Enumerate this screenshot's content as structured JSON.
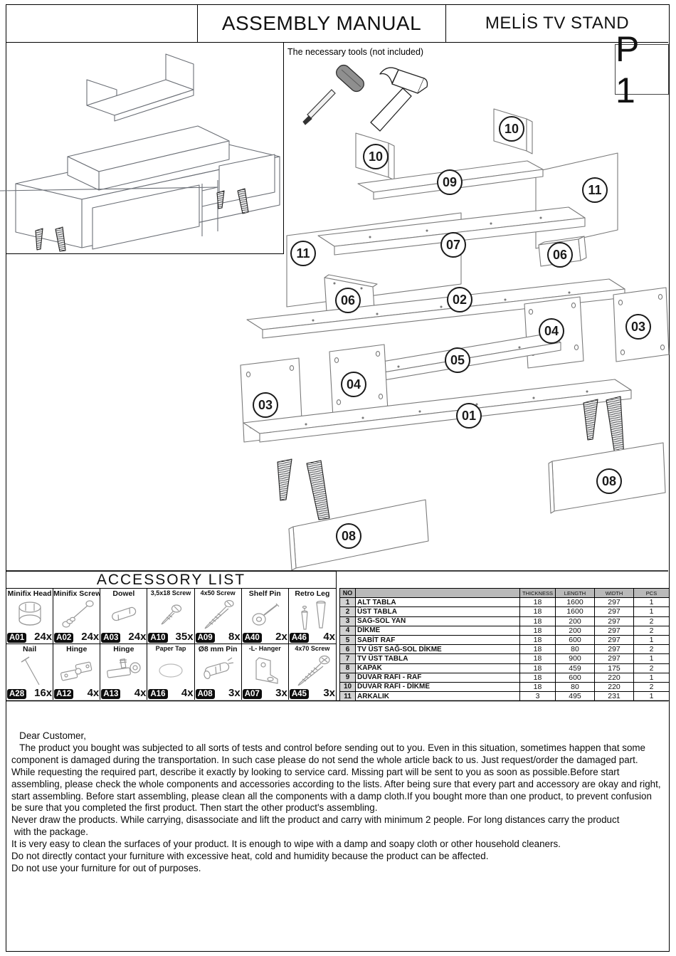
{
  "header": {
    "title": "ASSEMBLY MANUAL",
    "product": "MELİS TV STAND",
    "page_code": "P 1"
  },
  "tools": {
    "label": "The necessary tools (not included)",
    "icons": [
      "screwdriver-icon",
      "hammer-icon"
    ]
  },
  "diagram": {
    "callouts": [
      {
        "part": "10",
        "label": "10"
      },
      {
        "part": "10",
        "label": "10"
      },
      {
        "part": "09",
        "label": "09"
      },
      {
        "part": "11",
        "label": "11"
      },
      {
        "part": "07",
        "label": "07"
      },
      {
        "part": "06",
        "label": "06"
      },
      {
        "part": "11",
        "label": "11"
      },
      {
        "part": "06",
        "label": "06"
      },
      {
        "part": "02",
        "label": "02"
      },
      {
        "part": "04",
        "label": "04"
      },
      {
        "part": "03",
        "label": "03"
      },
      {
        "part": "05",
        "label": "05"
      },
      {
        "part": "04",
        "label": "04"
      },
      {
        "part": "03",
        "label": "03"
      },
      {
        "part": "01",
        "label": "01"
      },
      {
        "part": "08",
        "label": "08"
      },
      {
        "part": "08",
        "label": "08"
      }
    ]
  },
  "accessory_list": {
    "title": "ACCESSORY LIST",
    "items": [
      {
        "name": "Minifix Head",
        "code": "A01",
        "qty": "24x",
        "icon": "minifix-head-icon"
      },
      {
        "name": "Minifix Screw",
        "code": "A02",
        "qty": "24x",
        "icon": "minifix-screw-icon"
      },
      {
        "name": "Dowel",
        "code": "A03",
        "qty": "24x",
        "icon": "dowel-icon"
      },
      {
        "name": "3,5x18 Screw",
        "code": "A10",
        "qty": "35x",
        "icon": "screw-small-icon"
      },
      {
        "name": "4x50 Screw",
        "code": "A09",
        "qty": "8x",
        "icon": "screw-long-icon"
      },
      {
        "name": "Shelf Pin",
        "code": "A40",
        "qty": "2x",
        "icon": "shelf-pin-icon"
      },
      {
        "name": "Retro Leg",
        "code": "A46",
        "qty": "4x",
        "icon": "retro-leg-icon"
      },
      {
        "name": "Nail",
        "code": "A28",
        "qty": "16x",
        "icon": "nail-icon"
      },
      {
        "name": "Hinge",
        "code": "A12",
        "qty": "4x",
        "icon": "hinge-icon"
      },
      {
        "name": "Hinge",
        "code": "A13",
        "qty": "4x",
        "icon": "hinge-plate-icon"
      },
      {
        "name": "Paper Tap",
        "code": "A16",
        "qty": "4x",
        "icon": "paper-tap-icon"
      },
      {
        "name": "Ø8 mm Pin",
        "code": "A08",
        "qty": "3x",
        "icon": "dowel-anchor-icon"
      },
      {
        "name": "-L- Hanger",
        "code": "A07",
        "qty": "3x",
        "icon": "l-hanger-icon"
      },
      {
        "name": "4x70 Screw",
        "code": "A45",
        "qty": "3x",
        "icon": "screw-xl-icon"
      }
    ]
  },
  "parts_table": {
    "headers": {
      "no": "NO",
      "name": "",
      "thickness": "THICKNESS",
      "length": "LENGTH",
      "width": "WIDTH",
      "pcs": "PCS"
    },
    "rows": [
      {
        "no": "1",
        "name": "ALT TABLA",
        "thickness": "18",
        "length": "1600",
        "width": "297",
        "pcs": "1"
      },
      {
        "no": "2",
        "name": "ÜST TABLA",
        "thickness": "18",
        "length": "1600",
        "width": "297",
        "pcs": "1"
      },
      {
        "no": "3",
        "name": "SAĞ-SOL YAN",
        "thickness": "18",
        "length": "200",
        "width": "297",
        "pcs": "2"
      },
      {
        "no": "4",
        "name": "DİKME",
        "thickness": "18",
        "length": "200",
        "width": "297",
        "pcs": "2"
      },
      {
        "no": "5",
        "name": "SABİT RAF",
        "thickness": "18",
        "length": "600",
        "width": "297",
        "pcs": "1"
      },
      {
        "no": "6",
        "name": "TV ÜST SAĞ-SOL DİKME",
        "thickness": "18",
        "length": "80",
        "width": "297",
        "pcs": "2"
      },
      {
        "no": "7",
        "name": "TV ÜST TABLA",
        "thickness": "18",
        "length": "900",
        "width": "297",
        "pcs": "1"
      },
      {
        "no": "8",
        "name": "KAPAK",
        "thickness": "18",
        "length": "459",
        "width": "175",
        "pcs": "2"
      },
      {
        "no": "9",
        "name": "DUVAR RAFI - RAF",
        "thickness": "18",
        "length": "600",
        "width": "220",
        "pcs": "1"
      },
      {
        "no": "10",
        "name": "DUVAR RAFI - DİKME",
        "thickness": "18",
        "length": "80",
        "width": "220",
        "pcs": "2"
      },
      {
        "no": "11",
        "name": "ARKALIK",
        "thickness": "3",
        "length": "495",
        "width": "231",
        "pcs": "1"
      }
    ]
  },
  "customer_note": {
    "lines": [
      "   Dear Customer,",
      "   The product you bought was subjected to all sorts of tests and control before sending out to you. Even in this situation, sometimes happen that some component is damaged during the transportation. In such case please do not send the whole article back to us. Just request/order the damaged part. While requesting the required part, describe it exactly by looking to service card. Missing part will be sent to you as soon as possible.Before start assembling, please check the whole components and accessories according to the lists. After being sure that every part and accessory are okay and right, start assembling. Before start assembling, please clean all the components with a damp cloth.If you bought more than one product, to prevent confusion be sure that you completed the first product. Then start the other product's assembling.",
      "Never draw the products. While carrying, disassociate and lift the product and carry with minimum 2 people. For long distances carry the product\n with the package.",
      "It is very easy to clean the surfaces of your product. It is enough to wipe with a damp and soapy cloth or other household cleaners.",
      "Do not directly contact your furniture with excessive heat, cold and humidity because the product can be affected.",
      "Do not use your furniture for out of purposes."
    ]
  },
  "colors": {
    "line_art": "#7a7a7a",
    "badge_bg": "#0d0d0d",
    "table_header_bg": "#b9b9b9",
    "no_column_bg": "#d2d2d2",
    "screwdriver_handle": "#8f8f8f"
  }
}
